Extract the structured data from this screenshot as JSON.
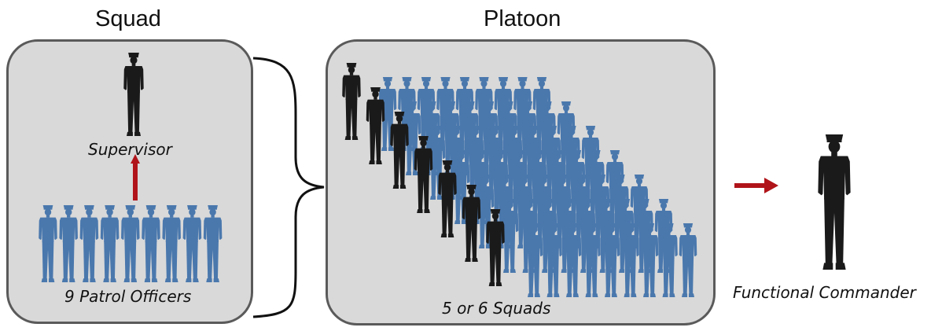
{
  "diagram": {
    "squad": {
      "title": "Squad",
      "supervisor_label": "Supervisor",
      "officers_label": "9 Patrol Officers",
      "officer_count": 9
    },
    "platoon": {
      "title": "Platoon",
      "squads_label": "5 or 6 Squads",
      "squad_count": 7
    },
    "commander": {
      "label": "Functional Commander"
    },
    "colors": {
      "panel_fill": "#d9d9d9",
      "panel_border": "#5a5a5a",
      "officer_blue": "#4a78ad",
      "supervisor_black": "#1a1a1a",
      "arrow_red": "#b0141a"
    }
  }
}
